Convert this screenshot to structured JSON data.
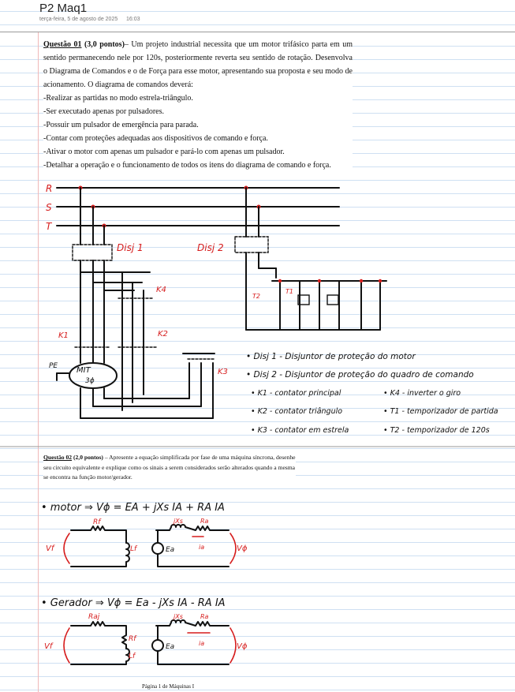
{
  "header": {
    "title": "P2 Maq1",
    "date": "terça-feira, 5 de agosto de 2025",
    "time": "16:03"
  },
  "question1": {
    "label": "Questão 01",
    "points": "(3,0 pontos)",
    "intro": "– Um projeto industrial necessita que um motor trifásico parta em um sentido permanecendo nele por 120s, posteriormente reverta seu sentido de rotação. Desenvolva o Diagrama de Comandos e o de Força para esse motor, apresentando sua proposta e seu modo de acionamento. O diagrama de comandos deverá:",
    "items": [
      "-Realizar as partidas no modo estrela-triângulo.",
      "-Ser executado apenas por pulsadores.",
      "-Possuir um pulsador de emergência para parada.",
      "-Contar com proteções adequadas aos dispositivos de comando e força.",
      "-Ativar o motor com apenas um pulsador e pará-lo com apenas um pulsador.",
      "-Detalhar a operação e o funcionamento de todos os itens do diagrama de comando e força."
    ]
  },
  "diagram1": {
    "phases": [
      "R",
      "S",
      "T"
    ],
    "breakers": [
      "Disj 1",
      "Disj 2"
    ],
    "contactors": [
      "K1",
      "K2",
      "K3",
      "K4"
    ],
    "timers": [
      "T1",
      "T2"
    ],
    "motor_label": "MIT",
    "motor_sub": "3ϕ",
    "ground_label": "PE",
    "legend": [
      "• Disj 1 - Disjuntor de proteção do motor",
      "• Disj 2 - Disjuntor de proteção do quadro de comando",
      "• K1 - contator principal",
      "• K2 - contator triângulo",
      "• K3 - contator em estrela",
      "• K4 - inverter o giro",
      "• T1 - temporizador de partida",
      "• T2 - temporizador de 120s"
    ]
  },
  "question2": {
    "label": "Questão 02",
    "points": "(2,0 pontos)",
    "text": "– Apresente a equação simplificada por fase de uma máquina síncrona, desenhe seu circuito equivalente e explique como os sinais a serem considerados serão alterados quando a mesma se encontra na função motor/gerador."
  },
  "motor_eq": "• motor ⇒ Vϕ = EA + jXs IA + RA IA",
  "generator_eq": "• Gerador ⇒ Vϕ = Ea - jXs IA - RA IA",
  "circuit_labels": {
    "rf": "Rf",
    "lf": "Lf",
    "vf": "Vf",
    "ea": "Ea",
    "jxs": "jXs",
    "ra": "Ra",
    "ia": "ia",
    "vphi": "Vϕ",
    "raj": "Raj"
  },
  "footer": "Página 1 de Máquinas I"
}
